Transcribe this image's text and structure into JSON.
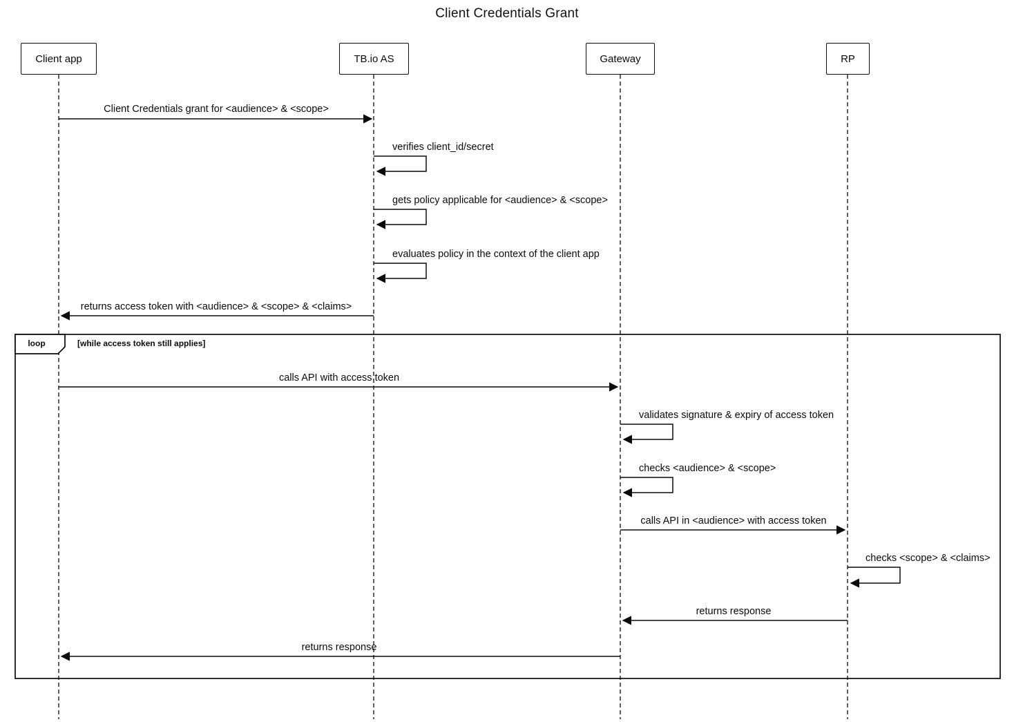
{
  "title": "Client Credentials Grant",
  "actors": [
    {
      "name": "Client app"
    },
    {
      "name": "TB.io AS"
    },
    {
      "name": "Gateway"
    },
    {
      "name": "RP"
    }
  ],
  "loop": {
    "label": "loop",
    "condition": "[while access token still applies]"
  },
  "messages": [
    {
      "from": "Client app",
      "to": "TB.io AS",
      "type": "solid-arrow",
      "text": "Client Credentials grant for <audience> & <scope>"
    },
    {
      "from": "TB.io AS",
      "to": "TB.io AS",
      "type": "self",
      "text": "verifies client_id/secret"
    },
    {
      "from": "TB.io AS",
      "to": "TB.io AS",
      "type": "self",
      "text": "gets policy applicable for <audience> & <scope>"
    },
    {
      "from": "TB.io AS",
      "to": "TB.io AS",
      "type": "self",
      "text": "evaluates policy in the context of the client app"
    },
    {
      "from": "TB.io AS",
      "to": "Client app",
      "type": "solid-arrow",
      "text": "returns access token with <audience> & <scope> & <claims>"
    },
    {
      "from": "Client app",
      "to": "Gateway",
      "type": "solid-arrow",
      "text": "calls API with access token"
    },
    {
      "from": "Gateway",
      "to": "Gateway",
      "type": "self",
      "text": "validates signature & expiry of access token"
    },
    {
      "from": "Gateway",
      "to": "Gateway",
      "type": "self",
      "text": "checks <audience> & <scope>"
    },
    {
      "from": "Gateway",
      "to": "RP",
      "type": "solid-arrow",
      "text": "calls API in <audience> with access token"
    },
    {
      "from": "RP",
      "to": "RP",
      "type": "self",
      "text": "checks <scope> & <claims>"
    },
    {
      "from": "RP",
      "to": "Gateway",
      "type": "solid-arrow",
      "text": "returns response"
    },
    {
      "from": "Gateway",
      "to": "Client app",
      "type": "solid-arrow",
      "text": "returns response"
    }
  ]
}
